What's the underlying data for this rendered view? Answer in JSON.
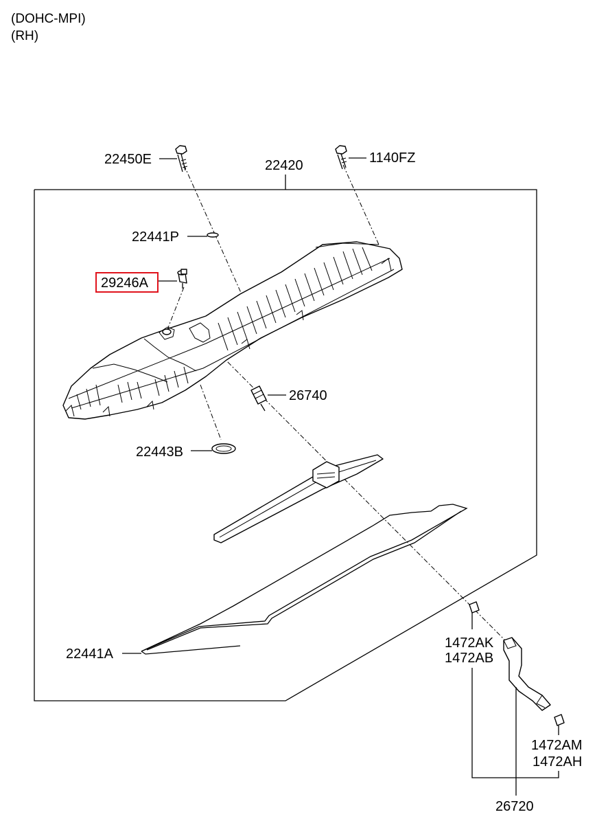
{
  "header": {
    "line1": "(DOHC-MPI)",
    "line2": "(RH)"
  },
  "parts": {
    "p22450E": "22450E",
    "p22420": "22420",
    "p1140FZ": "1140FZ",
    "p22441P": "22441P",
    "p29246A": "29246A",
    "p26740": "26740",
    "p22443B": "22443B",
    "p22441A": "22441A",
    "p1472AK": "1472AK",
    "p1472AB": "1472AB",
    "p1472AM": "1472AM",
    "p1472AH": "1472AH",
    "p26720": "26720"
  },
  "highlight": {
    "part": "29246A",
    "color": "#e0121b"
  }
}
